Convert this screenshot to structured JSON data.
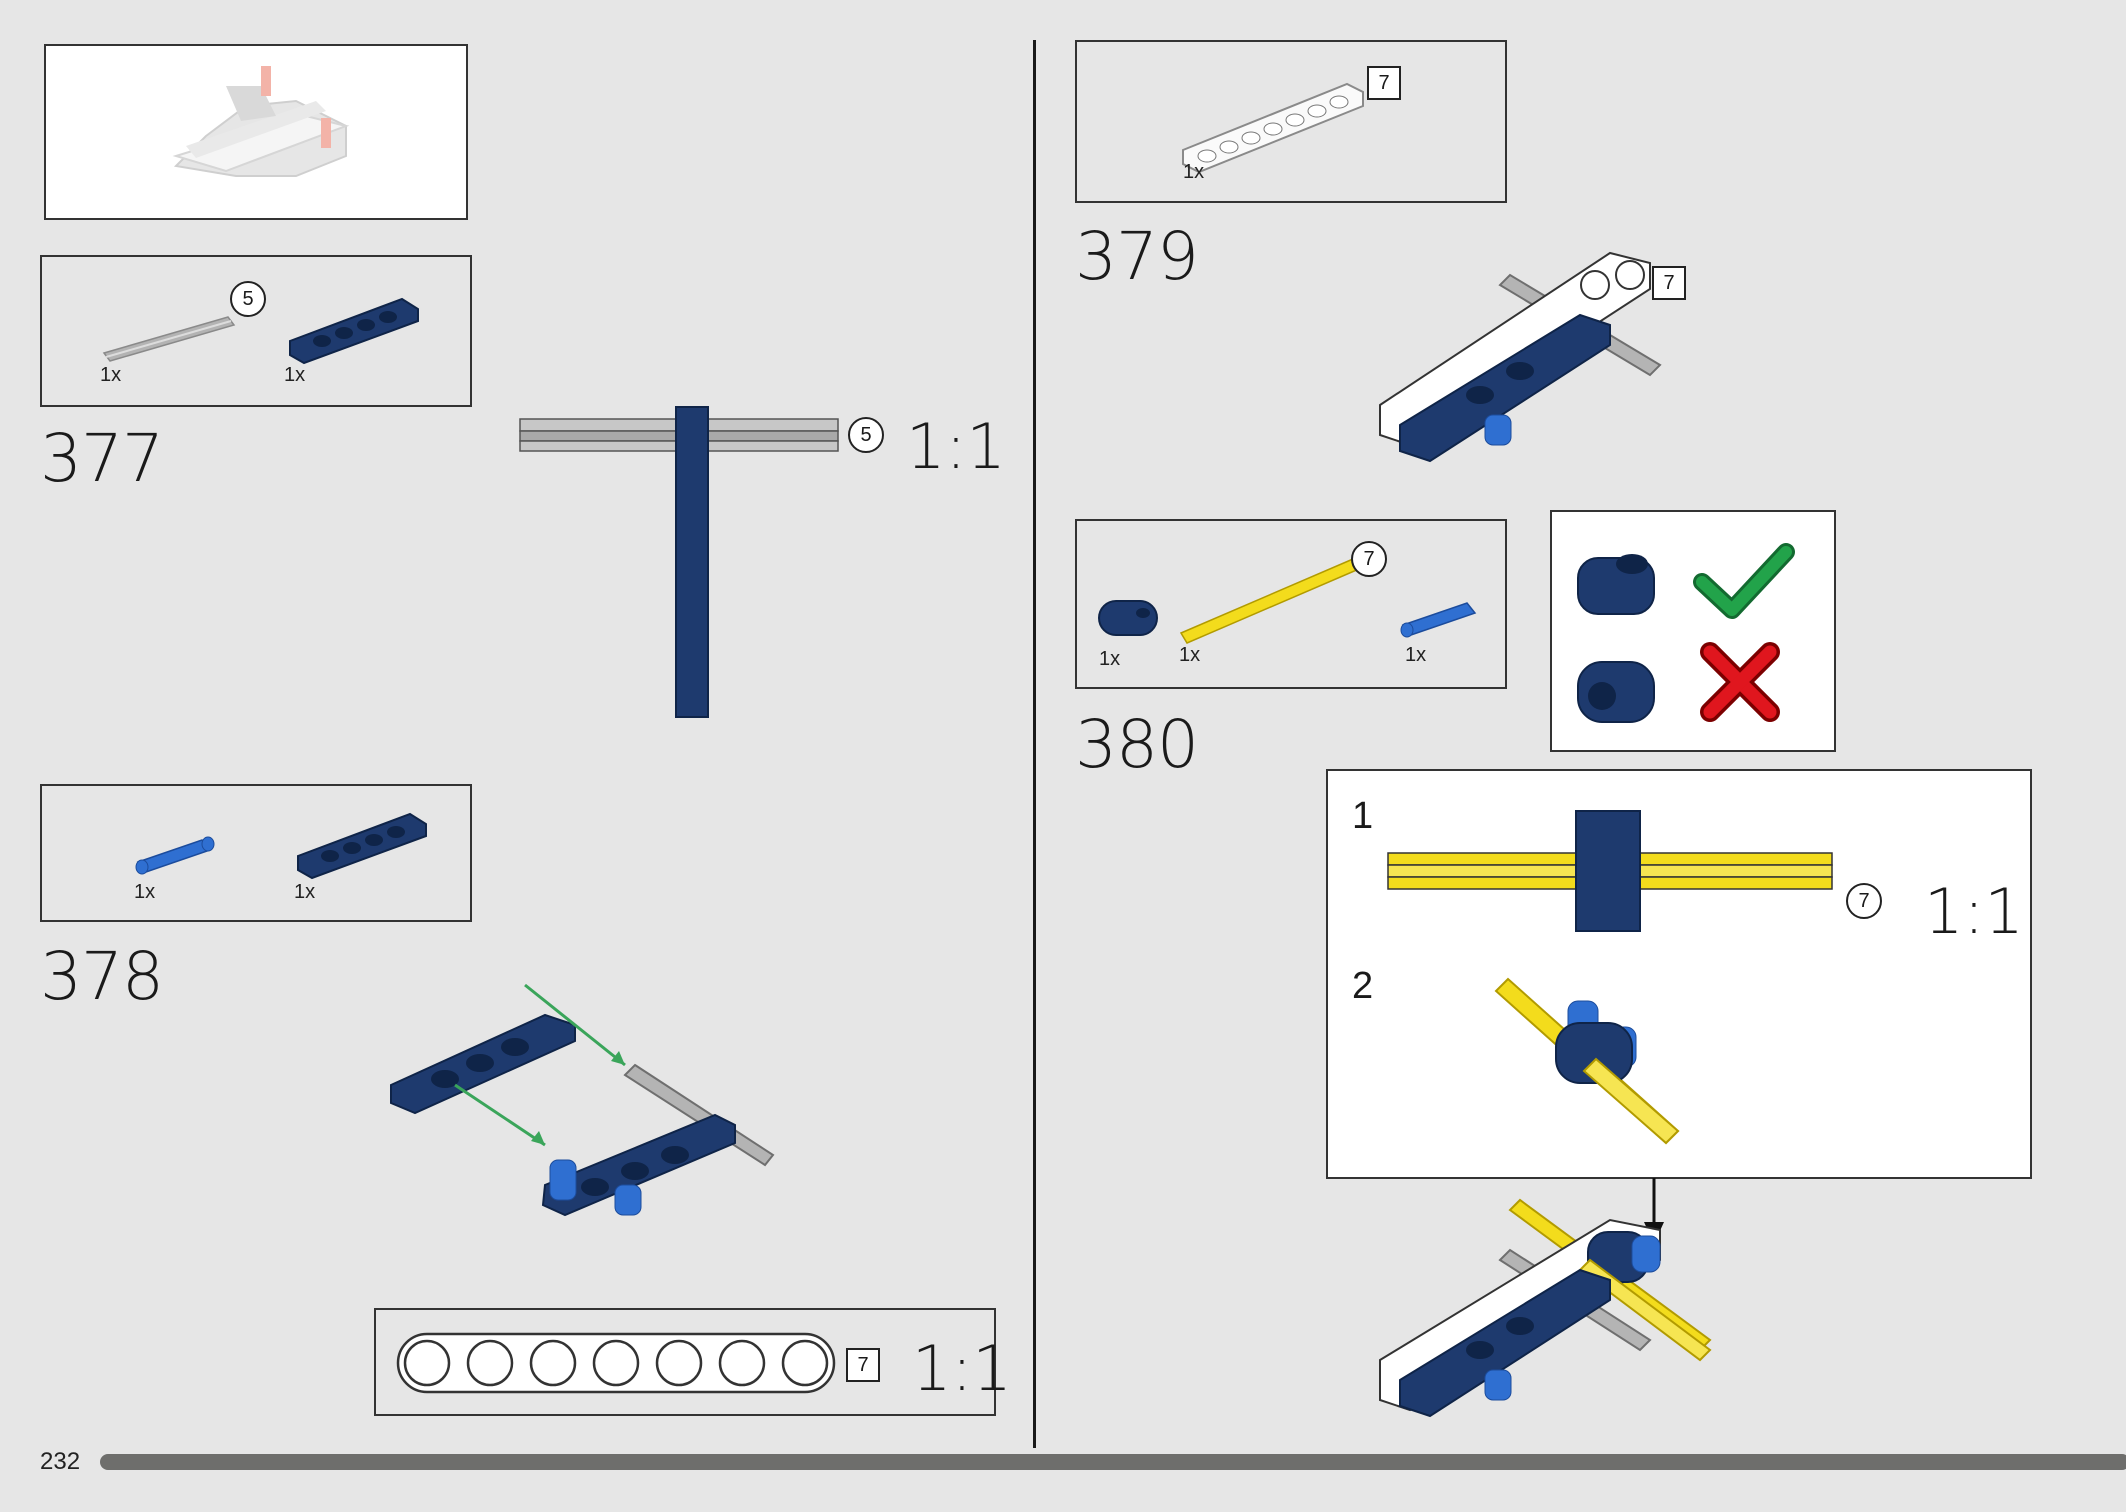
{
  "page": {
    "number": "232"
  },
  "preview": {},
  "steps": [
    {
      "number": "377",
      "parts": [
        {
          "qty": "1x",
          "icon": "gray-axle-5",
          "length_label": "5"
        },
        {
          "qty": "1x",
          "icon": "dark-blue-beam-5"
        }
      ],
      "callout": {
        "length_label": "5",
        "scale": "1:1"
      }
    },
    {
      "number": "378",
      "parts": [
        {
          "qty": "1x",
          "icon": "blue-axle-pin"
        },
        {
          "qty": "1x",
          "icon": "dark-blue-beam-5"
        }
      ],
      "callout": {
        "length_label": "7",
        "scale": "1:1"
      }
    },
    {
      "number": "379",
      "parts": [
        {
          "qty": "1x",
          "icon": "white-beam-7",
          "length_label": "7"
        }
      ],
      "model_label": "7"
    },
    {
      "number": "380",
      "parts": [
        {
          "qty": "1x",
          "icon": "dark-blue-connector"
        },
        {
          "qty": "1x",
          "icon": "yellow-axle-7",
          "length_label": "7"
        },
        {
          "qty": "1x",
          "icon": "blue-axle-pin"
        }
      ],
      "orientation_check": {
        "correct": "check-icon",
        "wrong": "cross-icon"
      },
      "sub_steps": [
        {
          "number": "1",
          "length_label": "7",
          "scale": "1:1"
        },
        {
          "number": "2"
        }
      ]
    }
  ],
  "colors": {
    "background": "#e6e6e6",
    "dark_blue": "#1e3a6e",
    "blue": "#2f6fd1",
    "yellow": "#f3dc1c",
    "gray": "#a4a4a4",
    "green_check": "#22a34a",
    "red_cross": "#e0161e",
    "arrow_green": "#3aa55a"
  }
}
